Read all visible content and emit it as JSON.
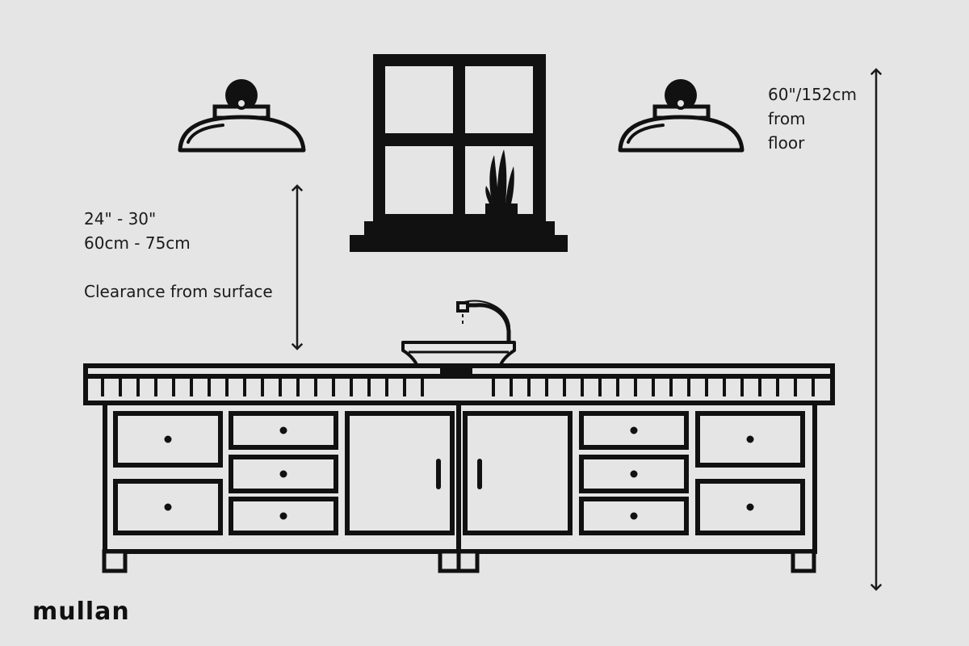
{
  "clearance": {
    "line1": "24\" - 30\"",
    "line2": "60cm - 75cm",
    "note": "Clearance from surface"
  },
  "height": {
    "line1": "60\"/152cm",
    "line2": "from",
    "line3": "floor"
  },
  "brand": "mullan",
  "colors": {
    "background": "#e5e5e5",
    "ink": "#1b1b1b"
  }
}
